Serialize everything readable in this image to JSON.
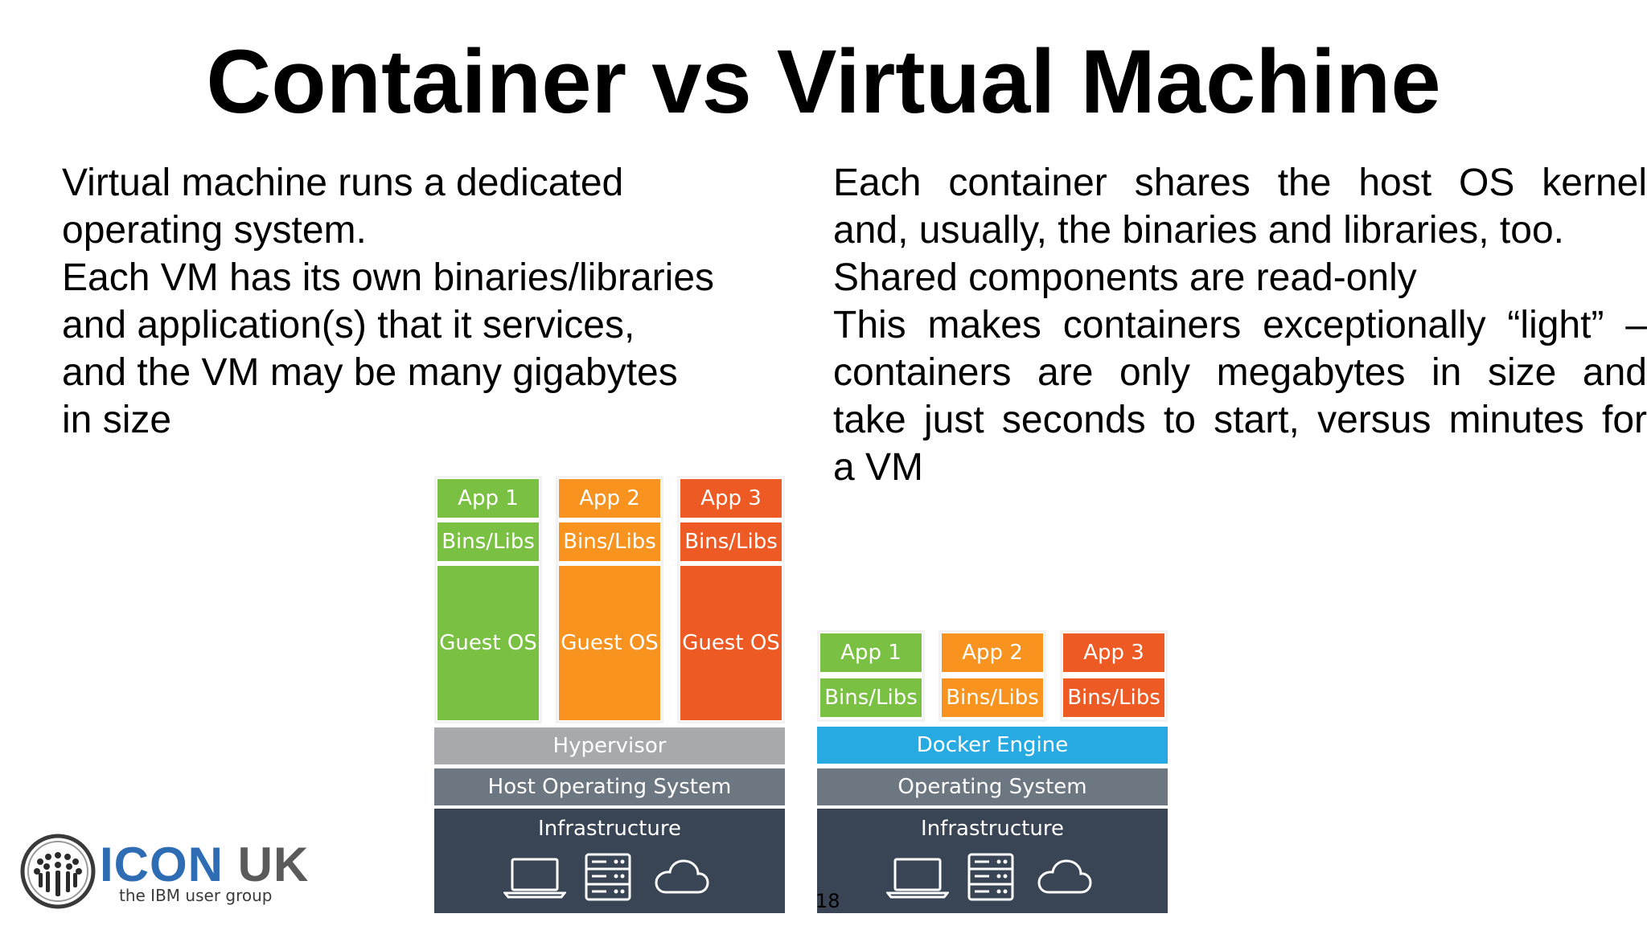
{
  "slide": {
    "title": "Container vs Virtual Machine",
    "page_number": "18"
  },
  "left_text": {
    "lines": [
      "Virtual machine runs a dedicated",
      "operating system.",
      "Each VM has its own binaries/libraries",
      "and application(s) that it services,",
      "and the VM may be many gigabytes",
      "in size"
    ]
  },
  "right_text": {
    "lines": [
      "Each container shares the host OS kernel",
      "and, usually, the binaries and libraries, too.",
      "Shared components are read-only",
      "This makes containers exceptionally “light” –",
      "containers are only megabytes in size and",
      "take just seconds to start, versus minutes for",
      "a VM"
    ]
  },
  "vm_diagram": {
    "apps": [
      {
        "app": "App 1",
        "bins": "Bins/Libs",
        "os": "Guest OS",
        "color": "#7ac143"
      },
      {
        "app": "App 2",
        "bins": "Bins/Libs",
        "os": "Guest OS",
        "color": "#f7931e"
      },
      {
        "app": "App 3",
        "bins": "Bins/Libs",
        "os": "Guest OS",
        "color": "#ed5a24"
      }
    ],
    "hypervisor": "Hypervisor",
    "host_os": "Host Operating System",
    "infrastructure": "Infrastructure",
    "icons": [
      "laptop-icon",
      "server-icon",
      "cloud-icon"
    ]
  },
  "container_diagram": {
    "apps": [
      {
        "app": "App 1",
        "bins": "Bins/Libs",
        "color": "#7ac143"
      },
      {
        "app": "App 2",
        "bins": "Bins/Libs",
        "color": "#f7931e"
      },
      {
        "app": "App 3",
        "bins": "Bins/Libs",
        "color": "#ed5a24"
      }
    ],
    "engine": "Docker Engine",
    "os": "Operating System",
    "infrastructure": "Infrastructure",
    "icons": [
      "laptop-icon",
      "server-icon",
      "cloud-icon"
    ]
  },
  "logo": {
    "name_part1": "ICON",
    "name_part2": "UK",
    "tagline": "the IBM user group"
  },
  "colors": {
    "green": "#7ac143",
    "orange": "#f7931e",
    "red": "#ed5a24",
    "hypervisor": "#a7a9ac",
    "host_os": "#6d7781",
    "infrastructure": "#394454",
    "docker_engine": "#27aae1",
    "logo_blue": "#2e6db4",
    "logo_grey": "#5a5a5a"
  }
}
